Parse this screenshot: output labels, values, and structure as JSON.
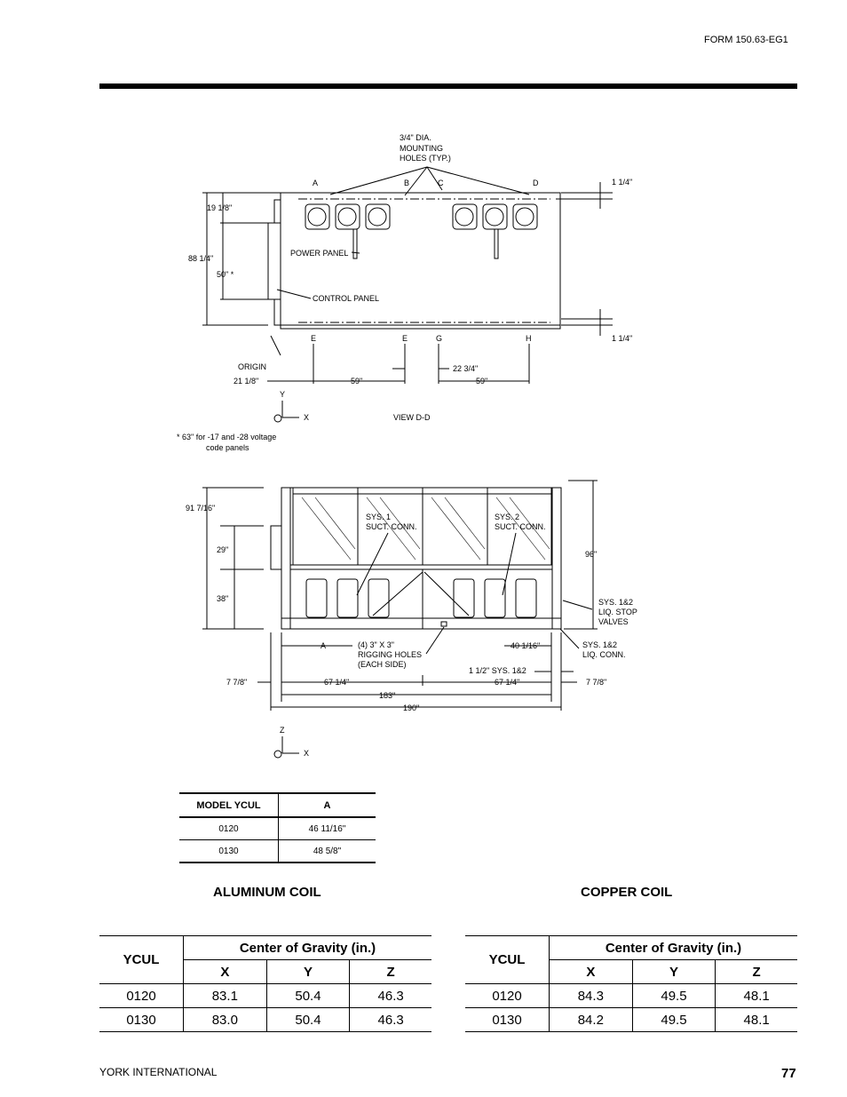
{
  "header": {
    "form_number": "FORM 150.63-EG1"
  },
  "top_view": {
    "holes_label_1": "3/4\" DIA.",
    "holes_label_2": "MOUNTING",
    "holes_label_3": "HOLES (TYP.)",
    "point_a": "A",
    "point_b": "B",
    "point_c": "C",
    "point_d": "D",
    "point_e1": "E",
    "point_e2": "E",
    "point_g": "G",
    "point_h": "H",
    "dim_top_right": "1 1/4\"",
    "dim_bottom_right": "1 1/4\"",
    "dim_19": "19 1/8\"",
    "dim_88": "88 1/4\"",
    "dim_50": "50\" *",
    "power_panel": "POWER PANEL",
    "control_panel": "CONTROL PANEL",
    "origin": "ORIGIN",
    "dim_21": "21 1/8\"",
    "dim_59a": "59\"",
    "dim_22": "22 3/4\"",
    "dim_59b": "59\"",
    "axis_y": "Y",
    "axis_x": "X",
    "view_label": "VIEW D-D",
    "footnote_1": "* 63\" for -17 and -28 voltage",
    "footnote_2": "code panels"
  },
  "side_view": {
    "dim_91": "91 7/16\"",
    "dim_29": "29\"",
    "dim_38": "38\"",
    "dim_96": "96\"",
    "sys1_1": "SYS. 1",
    "sys1_2": "SUCT. CONN.",
    "sys2_1": "SYS. 2",
    "sys2_2": "SUCT. CONN.",
    "liq_stop_1": "SYS. 1&2",
    "liq_stop_2": "LIQ. STOP",
    "liq_stop_3": "VALVES",
    "liq_conn_1": "SYS. 1&2",
    "liq_conn_2": "LIQ. CONN.",
    "dim_a": "A",
    "rig_1": "(4) 3\" X 3\"",
    "rig_2": "RIGGING HOLES",
    "rig_3": "(EACH SIDE)",
    "dim_40": "40 1/16\"",
    "dim_112": "1 1/2\" SYS. 1&2",
    "dim_78a": "7 7/8\"",
    "dim_67a": "67 1/4\"",
    "dim_67b": "67 1/4\"",
    "dim_78b": "7 7/8\"",
    "dim_183": "183\"",
    "dim_190": "190\"",
    "axis_z": "Z",
    "axis_x": "X"
  },
  "model_table": {
    "headers": [
      "MODEL YCUL",
      "A"
    ],
    "rows": [
      [
        "0120",
        "46 11/16\""
      ],
      [
        "0130",
        "48 5/8\""
      ]
    ]
  },
  "aluminum": {
    "title": "ALUMINUM COIL",
    "ycul": "YCUL",
    "cog": "Center of Gravity (in.)",
    "x": "X",
    "y": "Y",
    "z": "Z",
    "rows": [
      [
        "0120",
        "83.1",
        "50.4",
        "46.3"
      ],
      [
        "0130",
        "83.0",
        "50.4",
        "46.3"
      ]
    ]
  },
  "copper": {
    "title": "COPPER COIL",
    "ycul": "YCUL",
    "cog": "Center of Gravity (in.)",
    "x": "X",
    "y": "Y",
    "z": "Z",
    "rows": [
      [
        "0120",
        "84.3",
        "49.5",
        "48.1"
      ],
      [
        "0130",
        "84.2",
        "49.5",
        "48.1"
      ]
    ]
  },
  "footer": {
    "company": "YORK INTERNATIONAL",
    "page": "77"
  }
}
